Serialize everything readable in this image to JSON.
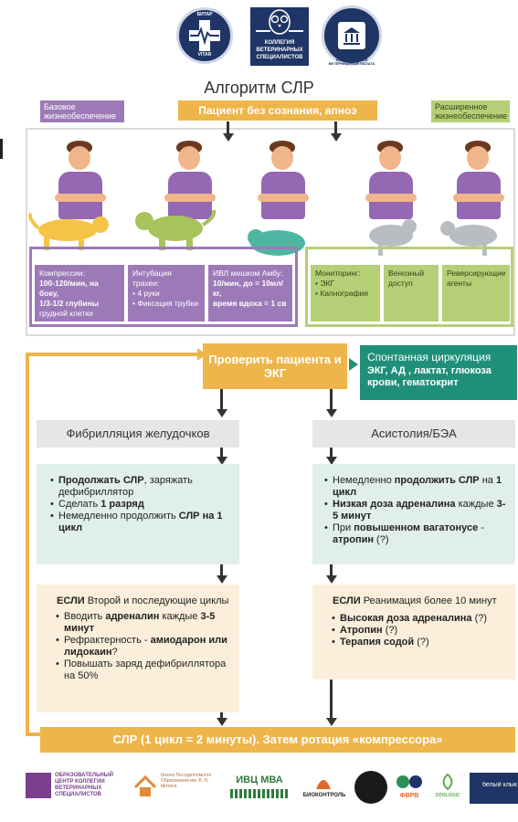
{
  "logos": {
    "left_logo_lines": [
      "БИТАР",
      "VITAR"
    ],
    "center_logo_lines": [
      "КОЛЛЕГИЯ",
      "ВЕТЕРИНАРНЫХ",
      "СПЕЦИАЛИСТОВ"
    ],
    "right_logo_lines": [
      "НАЦИОНАЛЬНАЯ ВЕТЕРИНАРНАЯ ПАЛАТА"
    ]
  },
  "title": "Алгоритм СЛР",
  "tags": {
    "basic": "Базовое жизнеобеспечение",
    "advanced": "Расширенное жизнеобеспечение"
  },
  "start_box": "Пациент без сознания, апноэ",
  "basic_boxes": [
    {
      "lines": [
        "Компрессии:",
        "100-120/мин, на боку,",
        "1/3-1/2 глубины",
        "грудной клетки"
      ]
    },
    {
      "lines": [
        "Интубация трахеи:",
        "• 4 руки",
        "• Фиксация трубки"
      ]
    },
    {
      "lines": [
        "ИВЛ мешком Амбу:",
        "10/мин, до = 10мл/кг,",
        "время вдоха = 1 св"
      ]
    }
  ],
  "advanced_boxes": [
    {
      "lines": [
        "Мониторинг:",
        "• ЭКГ",
        "• Капнография"
      ]
    },
    {
      "lines": [
        "Венозный",
        "доступ"
      ]
    },
    {
      "lines": [
        "Реверсирующие",
        "агенты"
      ]
    }
  ],
  "check_box": "Проверить пациента и ЭКГ",
  "spontaneous": {
    "title": "Спонтанная циркуляция",
    "detail": "ЭКГ, АД , лактат, глюкоза крови, гематокрит"
  },
  "branches": {
    "left_head": "Фибрилляция желудочков",
    "right_head": "Асистолия/БЭА"
  },
  "left_teal": [
    {
      "bold": "Продолжать СЛР",
      "rest": ", заряжать дефибриллятор"
    },
    {
      "pre": "Сделать ",
      "bold": "1 разряд"
    },
    {
      "pre": "Немедленно продолжить ",
      "bold2": "СЛР на 1 цикл"
    }
  ],
  "right_teal": [
    {
      "pre": "Немедленно ",
      "bold": "продолжить СЛР",
      "rest": " на ",
      "bold2": "1 цикл"
    },
    {
      "bold": "Низкая доза адреналина",
      "rest": " каждые ",
      "bold2": "3-5 минут"
    },
    {
      "pre": "При ",
      "bold": "повышенном вагатонусе",
      "rest": " - ",
      "bold2": "атропин",
      "tail": " (?)"
    }
  ],
  "left_cream": {
    "if_label": "ЕСЛИ",
    "if_text": " Второй и последующие циклы",
    "items": [
      {
        "pre": "Вводить ",
        "bold": "адреналин",
        "rest": " каждые ",
        "bold2": "3-5 минут"
      },
      {
        "pre": "Рефрактерность - ",
        "bold": "амиодарон или лидокаин",
        "rest": "?"
      },
      {
        "pre": "Повышать заряд дефибриллятора на 50%"
      }
    ]
  },
  "right_cream": {
    "if_label": "ЕСЛИ",
    "if_text": " Реанимация более 10 минут",
    "items": [
      {
        "bold": "Высокая доза адреналина",
        "rest": " (?)"
      },
      {
        "bold": "Атропин",
        "rest": " (?)"
      },
      {
        "bold": "Терапия содой",
        "rest": " (?)"
      }
    ]
  },
  "bottom_bar": "СЛР (1 цикл = 2 минуты). Затем ротация «компрессора»",
  "sponsors": [
    "ОБРАЗОВАТЕЛЬНЫЙ ЦЕНТР КОЛЛЕГИИ ВЕТЕРИНАРНЫХ СПЕЦИАЛИСТОВ",
    "Школа Постдипломного Образования им. В. Н. Митина",
    "ИВЦ МВА",
    "БИОКОНТРОЛЬ",
    "ФВРВ",
    "ZOOLOGIC",
    "белый клык"
  ],
  "colors": {
    "purple": "#9c7ab8",
    "green": "#b5cf76",
    "orange": "#eeb54a",
    "teal": "#1f8f7a",
    "navy": "#1e3566"
  }
}
